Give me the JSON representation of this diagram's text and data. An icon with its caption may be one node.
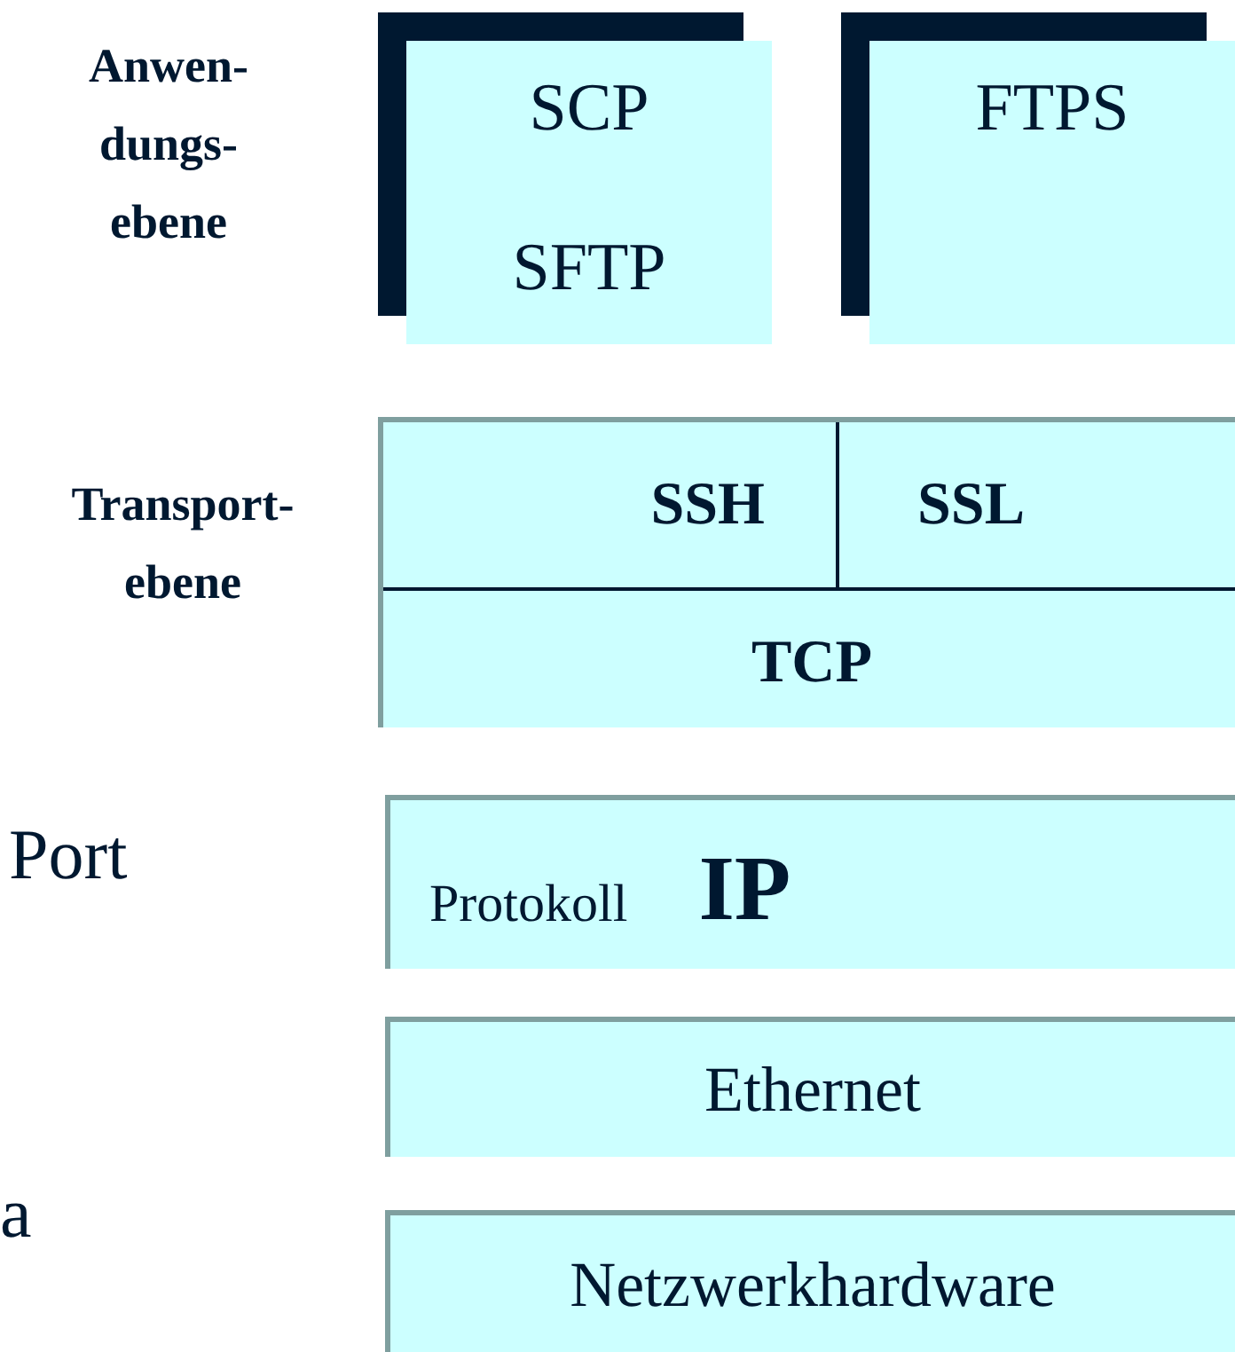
{
  "diagram": {
    "nodes": [
      {
        "text": [
          "SCP",
          "SFTP"
        ]
      },
      {
        "text": [
          "FTPS"
        ]
      },
      {
        "text": [],
        "shape": "box"
      },
      {
        "text": [
          "SSH"
        ],
        "in": 2
      },
      {
        "text": [
          "SSL"
        ],
        "in": 2
      },
      {
        "text": [
          "TCP"
        ],
        "in": 2
      },
      {
        "text": [
          "Protokoll",
          "IP"
        ]
      },
      {
        "text": [
          "Ethernet"
        ]
      },
      {
        "text": [
          "Netzwerkhardware"
        ]
      }
    ],
    "labels": [
      "Anwen- dungs- ebene",
      "Transport- ebene",
      "Port",
      "a"
    ]
  }
}
